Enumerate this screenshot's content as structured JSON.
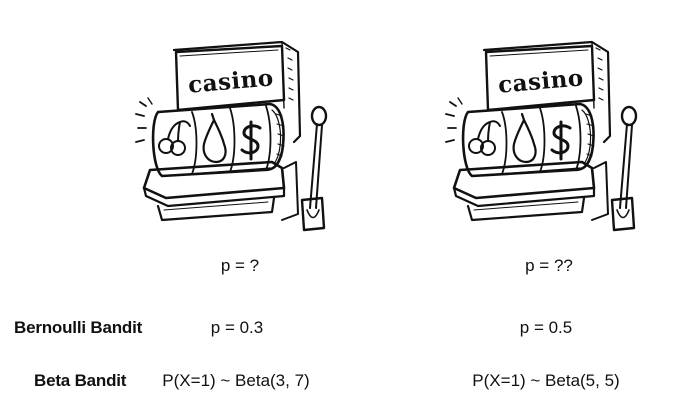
{
  "machines": [
    {
      "sign": "casino",
      "unknown_prob": "p = ?",
      "bernoulli_value": "p = 0.3",
      "beta_value": "P(X=1) ~ Beta(3, 7)"
    },
    {
      "sign": "casino",
      "unknown_prob": "p = ??",
      "bernoulli_value": "p = 0.5",
      "beta_value": "P(X=1) ~ Beta(5, 5)"
    }
  ],
  "row_labels": {
    "bernoulli": "Bernoulli Bandit",
    "beta": "Beta Bandit"
  },
  "icons": [
    "slot-machine-icon",
    "cherry-icon",
    "pear-icon",
    "dollar-icon",
    "lever-icon"
  ],
  "colors": {
    "ink": "#111111",
    "background": "#ffffff"
  }
}
